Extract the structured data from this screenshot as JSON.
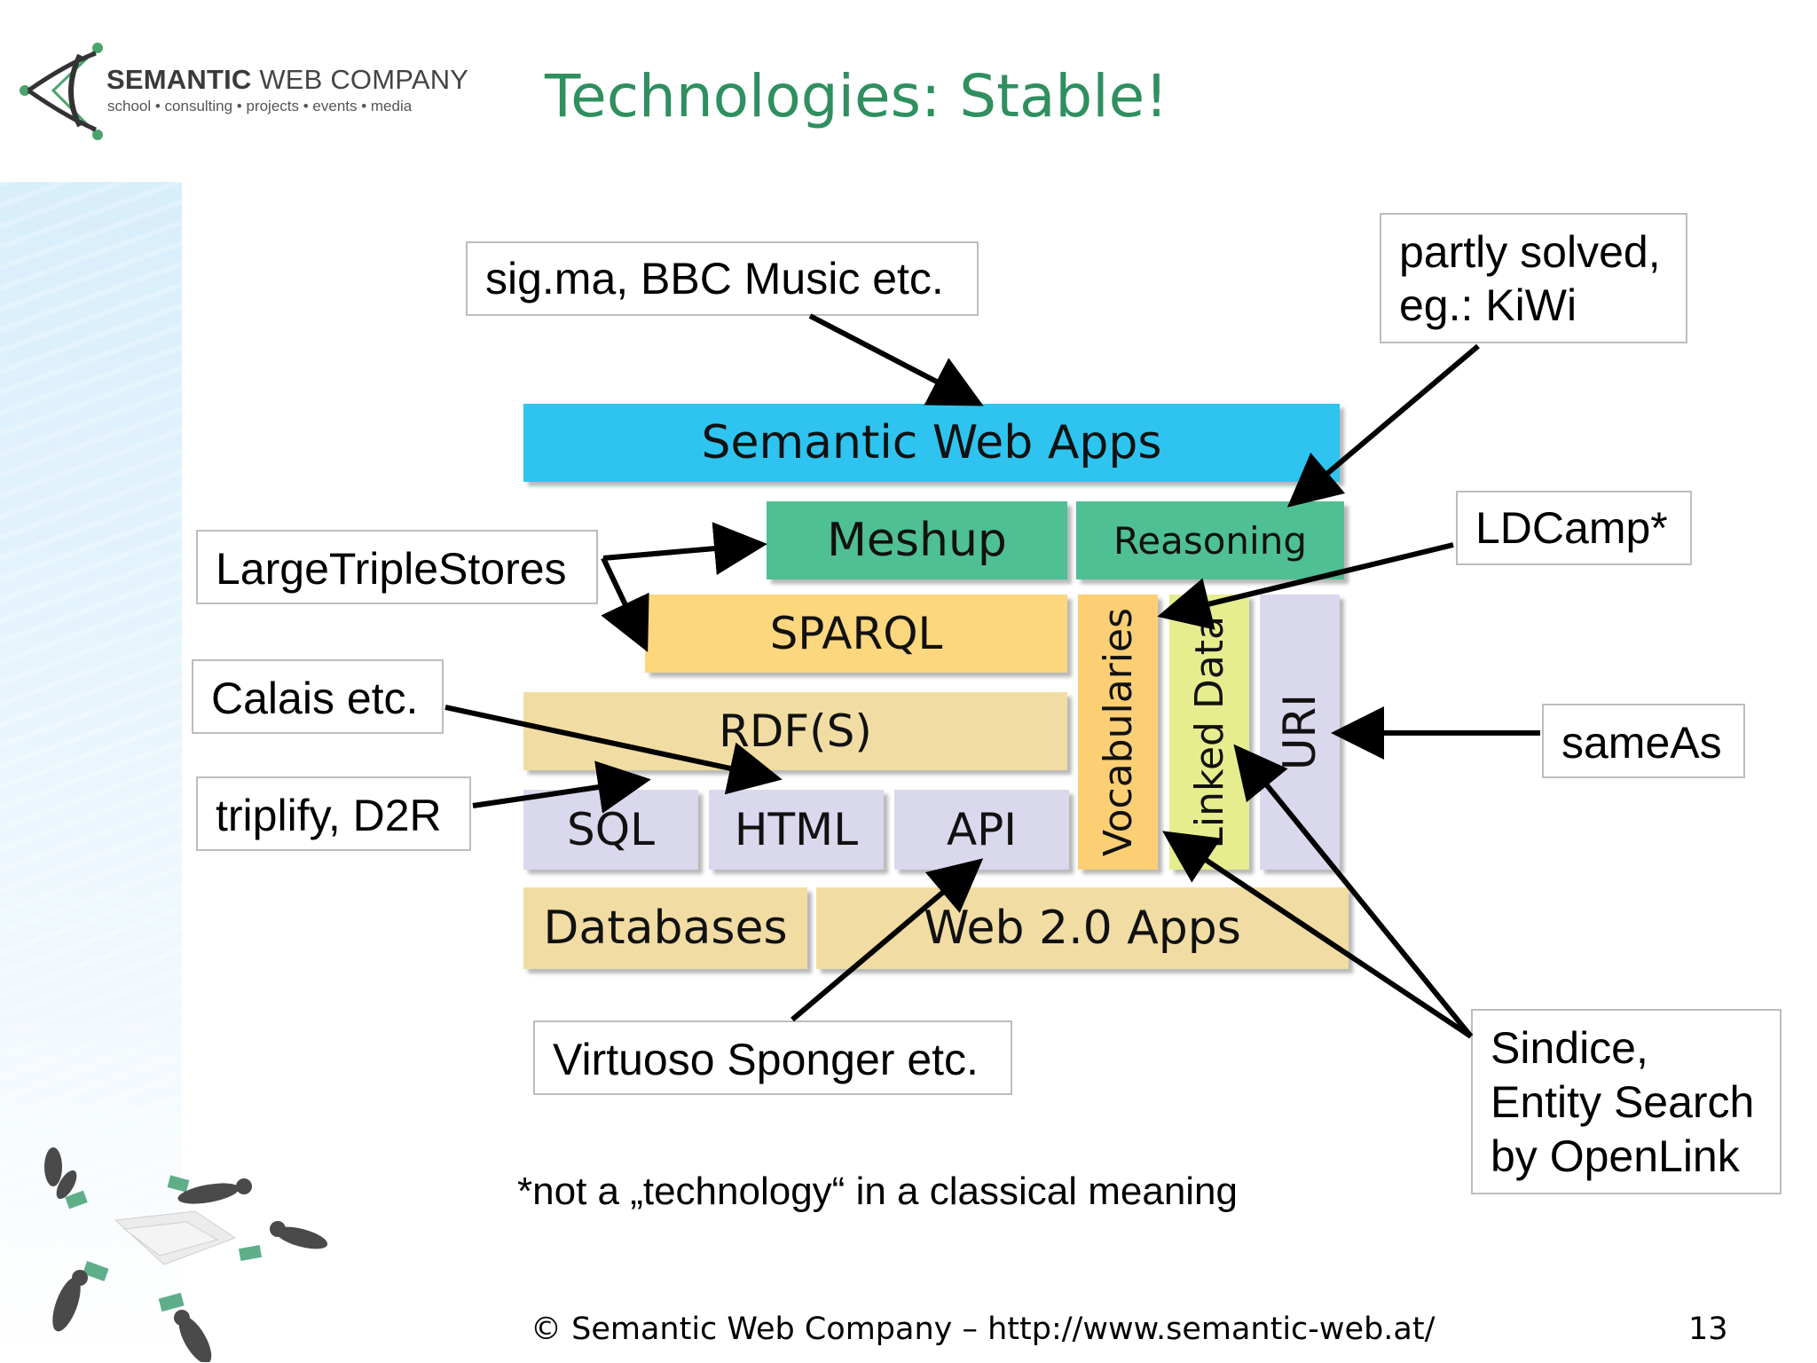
{
  "logo": {
    "name_bold": "SEMANTIC",
    "name_rest": " WEB COMPANY",
    "tagline": "school • consulting • projects • events • media"
  },
  "title": "Technologies: Stable!",
  "stack": {
    "semantic_web_apps": "Semantic Web Apps",
    "meshup": "Meshup",
    "reasoning": "Reasoning",
    "sparql": "SPARQL",
    "rdfs": "RDF(S)",
    "sql": "SQL",
    "html": "HTML",
    "api": "API",
    "databases": "Databases",
    "web20": "Web 2.0 Apps",
    "vocabularies": "Vocabularies",
    "linked_data": "Linked Data",
    "uri": "URI"
  },
  "callouts": {
    "sigma": "sig.ma, BBC Music etc.",
    "partly_line1": "partly solved,",
    "partly_line2": "eg.: KiWi",
    "ldcamp": "LDCamp*",
    "large_triple": "LargeTripleStores",
    "calais": "Calais etc.",
    "triplify": "triplify, D2R",
    "sameas": "sameAs",
    "virtuoso": "Virtuoso Sponger etc.",
    "sindice_line1": "Sindice,",
    "sindice_line2": "Entity Search",
    "sindice_line3": "by OpenLink"
  },
  "footnote": "*not a „technology“ in a classical meaning",
  "footer": {
    "copyright": "© Semantic Web Company – http://www.semantic-web.at/",
    "page_number": "13"
  },
  "colors": {
    "title": "#2f8f5f",
    "apps": "#2ec4ef",
    "meshup": "#4fbf94",
    "sparql": "#fdd77d",
    "rdfs": "#f1dda3",
    "lavender": "#d9d8ec",
    "linked_data": "#e6ed8e",
    "vocabularies": "#fdcf75"
  },
  "icons": [
    "logo-mark-icon",
    "puzzle-people-icon"
  ]
}
